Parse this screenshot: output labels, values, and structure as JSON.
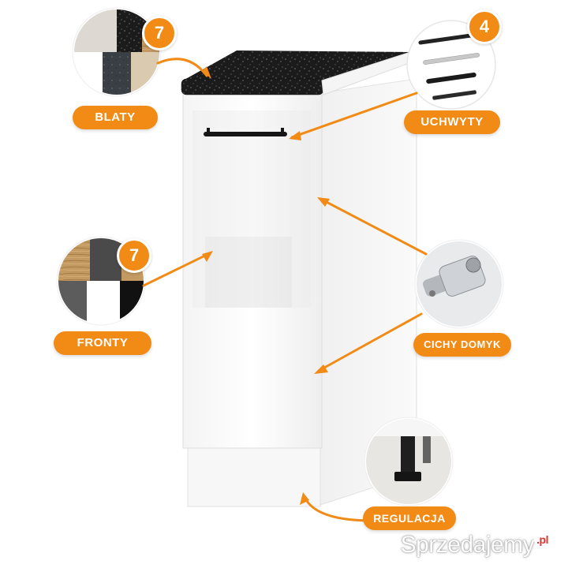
{
  "labels": {
    "blaty": "BLATY",
    "uchwyty": "UCHWYTY",
    "fronty": "FRONTY",
    "cichy_domyk": "CICHY DOMYK",
    "regulacja": "REGULACJA"
  },
  "badges": {
    "blaty_count": "7",
    "uchwyty_count": "4",
    "fronty_count": "7"
  },
  "watermark": {
    "text": "Sprzedajemy",
    "suffix": ".pl"
  },
  "colors": {
    "accent": "#f28a16",
    "cabinet": "#ffffff",
    "countertop": "#1c1c1c"
  }
}
